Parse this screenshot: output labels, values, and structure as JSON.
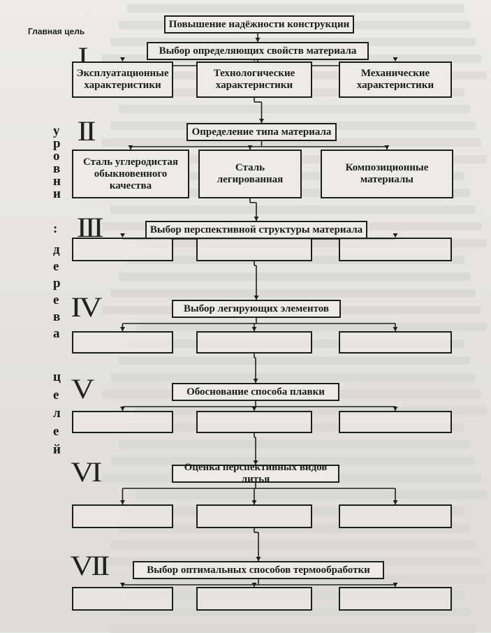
{
  "main_goal_label": "Главная цель",
  "levels_label": [
    "у",
    "р",
    "о",
    "в",
    "н",
    "и",
    ":",
    "д",
    "е",
    "р",
    "е",
    "в",
    "а",
    "ц",
    "е",
    "л",
    "е",
    "й"
  ],
  "levels": [
    {
      "numeral": "I",
      "title": "Выбор определяющих свойств материала",
      "children": [
        "Эксплуатационные характеристики",
        "Технологические характеристики",
        "Механические характеристики"
      ]
    },
    {
      "numeral": "II",
      "title": "Определение типа материала",
      "children": [
        "Сталь углеродистая обыкновенного качества",
        "Сталь легированная",
        "Композиционные материалы"
      ]
    },
    {
      "numeral": "III",
      "title": "Выбор перспективной структуры материала",
      "children": [
        "",
        "",
        ""
      ]
    },
    {
      "numeral": "IV",
      "title": "Выбор легирующих элементов",
      "children": [
        "",
        "",
        ""
      ]
    },
    {
      "numeral": "V",
      "title": "Обоснование способа плавки",
      "children": [
        "",
        "",
        ""
      ]
    },
    {
      "numeral": "VI",
      "title": "Оценка перспективных видов литья",
      "children": [
        "",
        "",
        ""
      ]
    },
    {
      "numeral": "VII",
      "title": "Выбор оптимальных способов термообработки",
      "children": [
        "",
        "",
        ""
      ]
    }
  ],
  "root": {
    "title": "Повышение надёжности конструкции"
  }
}
